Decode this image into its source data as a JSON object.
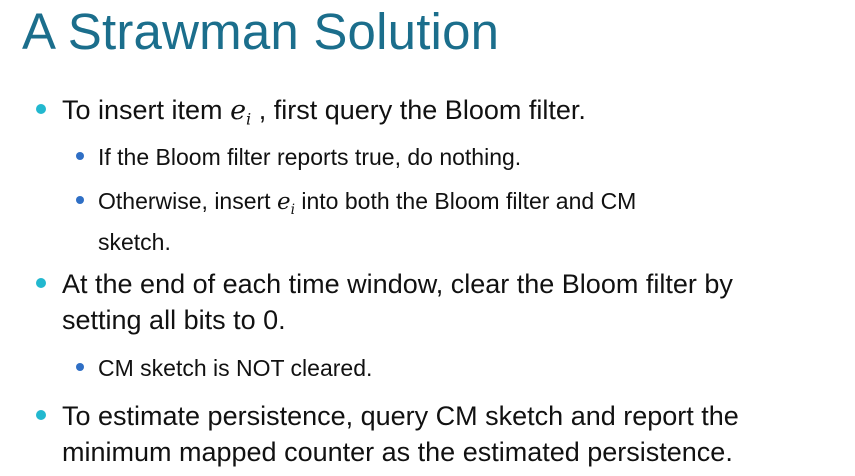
{
  "slide": {
    "title": "A Strawman Solution",
    "bullets": [
      {
        "pre": "To insert item ",
        "var": "e",
        "sub": "i",
        "post": " , first query the Bloom filter."
      },
      {
        "text": "If the Bloom filter reports true, do nothing."
      },
      {
        "pre": "Otherwise, insert ",
        "var": "e",
        "sub": "i",
        "post": " into both the Bloom filter and CM",
        "cont": "sketch."
      },
      {
        "line1": "At the end of each time window, clear the Bloom filter by",
        "line2": "setting all bits to 0."
      },
      {
        "text": "CM sketch is NOT cleared."
      },
      {
        "line1": "To estimate persistence, query CM sketch and report the",
        "line2": "minimum mapped counter as the estimated persistence."
      }
    ]
  },
  "colors": {
    "title": "#1b6e8c",
    "level1_bullet": "#22b8cf",
    "level2_bullet": "#2f6fc5"
  }
}
